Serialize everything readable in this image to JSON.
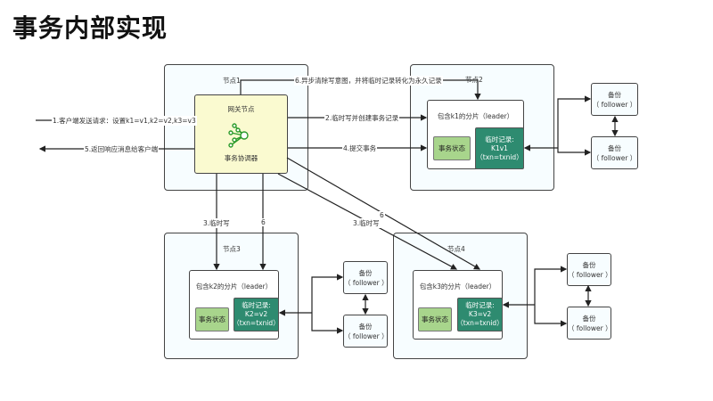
{
  "title": "事务内部实现",
  "node1": {
    "label": "节点1",
    "gateway": "网关节点",
    "coordinator": "事务协调器"
  },
  "node2": {
    "label": "节点2",
    "leader": "包含k1的分片（leader）",
    "status": "事务状态",
    "temp_title": "临时记录:",
    "temp_kv": "K1v1",
    "temp_txn": "（txn=txnid）"
  },
  "node3": {
    "label": "节点3",
    "leader": "包含k2的分片（leader）",
    "status": "事务状态",
    "temp_title": "临时记录:",
    "temp_kv": "K2=v2",
    "temp_txn": "（txn=txnid）"
  },
  "node4": {
    "label": "节点4",
    "leader": "包含k3的分片（leader）",
    "status": "事务状态",
    "temp_title": "临时记录:",
    "temp_kv": "K3=v2",
    "temp_txn": "（txn=txnid）"
  },
  "follower": {
    "title": "备份",
    "role": "（ follower ）"
  },
  "edges": {
    "e1": "1.客户端发送请求：设置k1=v1,k2=v2,k3=v3",
    "e2": "2.临时写并创建事务记录",
    "e3a": "3.临时写",
    "e3b": "3.临时写",
    "e4": "4.提交事务",
    "e5": "5.返回响应消息给客户端",
    "e6": "6.异步清除写意图，并将临时记录转化为永久记录",
    "e6a": "6",
    "e6b": "6"
  },
  "colors": {
    "gateway": "#fafad0",
    "status": "#a8d58c",
    "temp": "#2e8b70",
    "icon": "#2a9a2a"
  }
}
